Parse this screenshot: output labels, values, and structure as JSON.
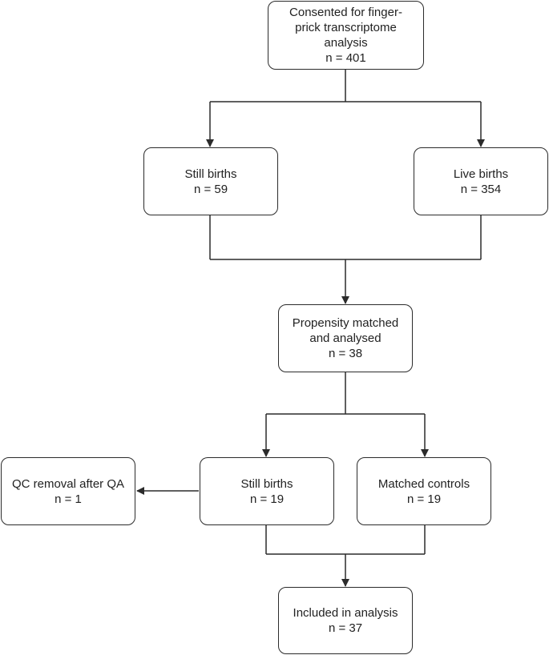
{
  "boxes": {
    "consented": {
      "label": "Consented for finger-\nprick transcriptome\nanalysis",
      "n": "n = 401"
    },
    "still_births_1": {
      "label": "Still births",
      "n": "n = 59"
    },
    "live_births": {
      "label": "Live births",
      "n": "n = 354"
    },
    "propensity": {
      "label": "Propensity matched\nand analysed",
      "n": "n = 38"
    },
    "qc_removal": {
      "label": "QC removal after QA",
      "n": "n = 1"
    },
    "still_births_2": {
      "label": "Still births",
      "n": "n = 19"
    },
    "matched_controls": {
      "label": "Matched controls",
      "n": "n = 19"
    },
    "included": {
      "label": "Included in analysis",
      "n": "n = 37"
    }
  },
  "colors": {
    "line": "#2b2b2b",
    "text": "#222222",
    "background": "#ffffff"
  }
}
